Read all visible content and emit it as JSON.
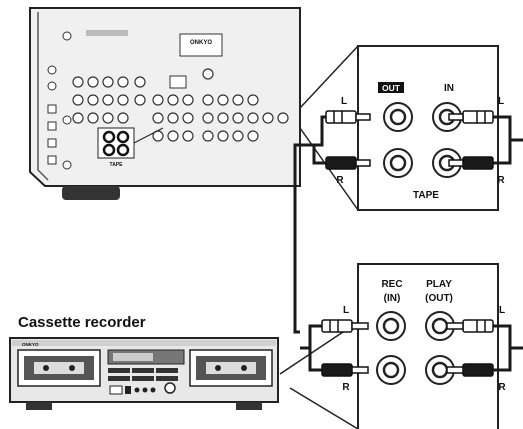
{
  "receiver": {
    "brand": "ONKYO",
    "tape_label": "TAPE"
  },
  "tape_panel": {
    "out_label": "OUT",
    "in_label": "IN",
    "left_label_a": "L",
    "left_label_b": "L",
    "right_label_a": "R",
    "right_label_b": "R",
    "title": "TAPE"
  },
  "deck_panel": {
    "rec_label": "REC",
    "rec_sub": "(IN)",
    "play_label": "PLAY",
    "play_sub": "(OUT)",
    "left_label_a": "L",
    "left_label_b": "L",
    "right_label_a": "R",
    "right_label_b": "R"
  },
  "cassette": {
    "title": "Cassette recorder",
    "brand": "ONKYO"
  },
  "colors": {
    "line": "#222222",
    "panel_fill": "#ffffff",
    "device_fill": "#e8e8e8",
    "dark": "#1a1a1a"
  }
}
